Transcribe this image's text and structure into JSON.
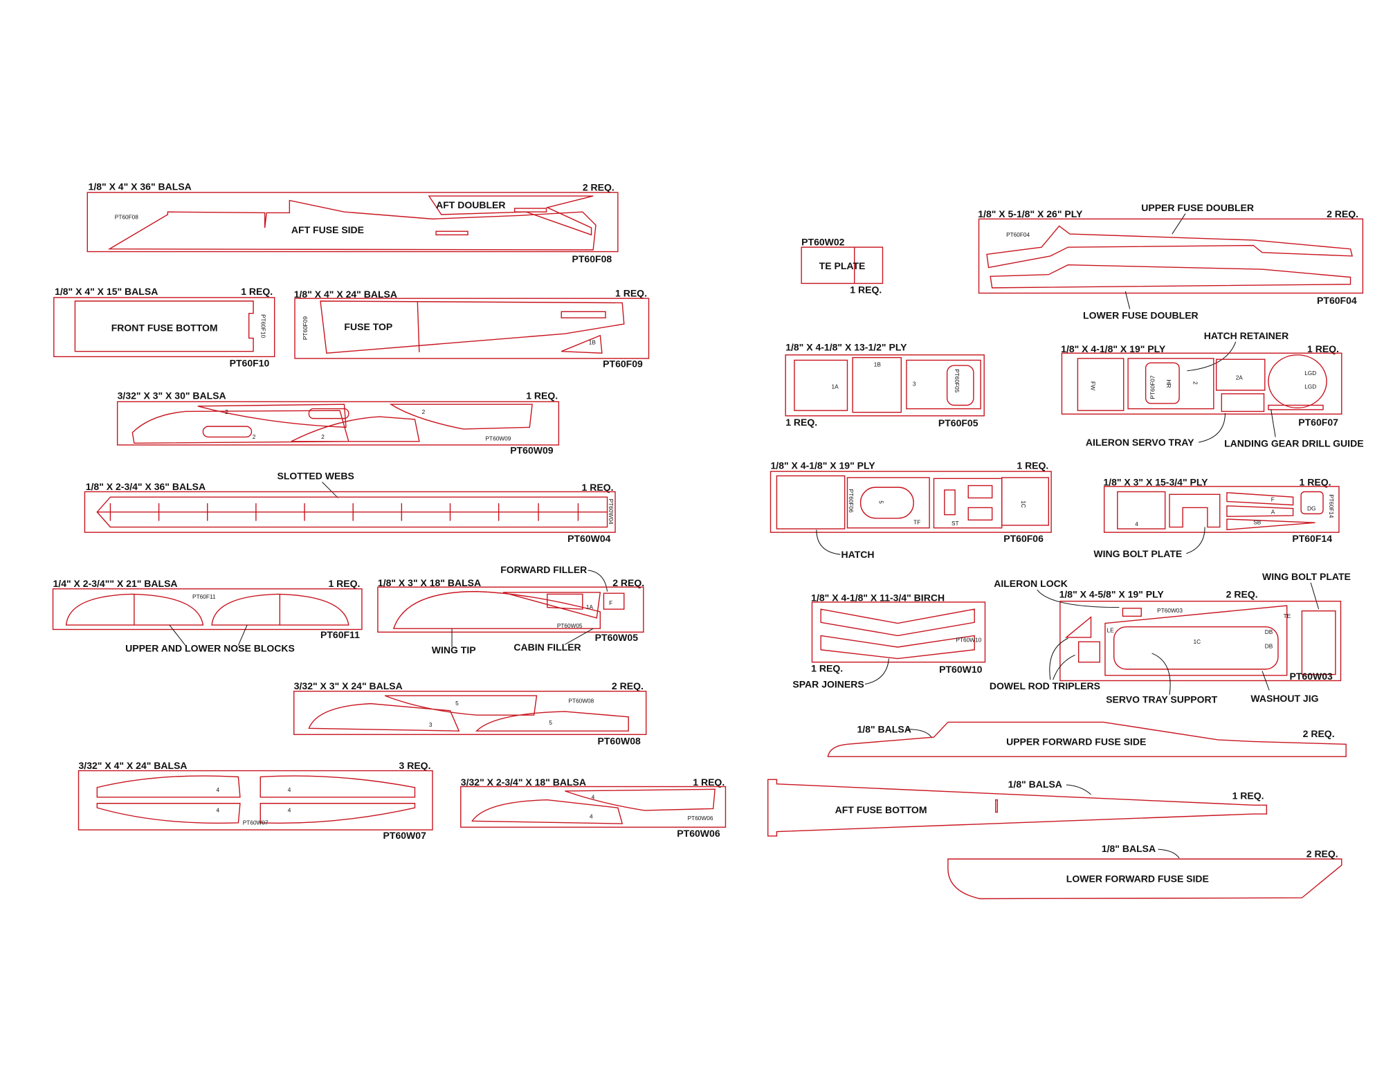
{
  "accent_color": "#c8141e",
  "p1": {
    "stock": "1/8\" X 4\" X 36\" BALSA",
    "req": "2 REQ.",
    "code": "PT60F08",
    "small_code": "PT60F08",
    "labels": [
      "AFT DOUBLER",
      "AFT FUSE SIDE"
    ]
  },
  "p2": {
    "stock": "1/8\" X 4\" X 15\" BALSA",
    "req": "1 REQ.",
    "code": "PT60F10",
    "small_code": "PT60F10",
    "labels": [
      "FRONT FUSE BOTTOM"
    ]
  },
  "p3": {
    "stock": "1/8\" X 4\" X 24\" BALSA",
    "req": "1 REQ.",
    "code": "PT60F09",
    "small_code": "PT60F09",
    "labels": [
      "FUSE TOP",
      "1B"
    ]
  },
  "p4": {
    "stock": "3/32\" X 3\" X 30\" BALSA",
    "req": "1 REQ.",
    "code": "PT60W09",
    "small_code": "PT60W09",
    "labels": [
      "2",
      "2",
      "2",
      "2"
    ]
  },
  "p5": {
    "stock": "1/8\" X 2-3/4\" X 36\" BALSA",
    "req": "1 REQ.",
    "code": "PT60W04",
    "small_code": "PT60W04",
    "labels": [
      "SLOTTED WEBS"
    ]
  },
  "p6": {
    "stock": "1/4\" X 2-3/4\"\" X 21\" BALSA",
    "req": "1 REQ.",
    "code": "PT60F11",
    "small_code": "PT60F11",
    "labels": [
      "UPPER AND LOWER NOSE BLOCKS"
    ]
  },
  "p7": {
    "stock": "1/8\" X 3\" X 18\" BALSA",
    "req": "2 REQ.",
    "code": "PT60W05",
    "small_code": "PT60W05",
    "labels": [
      "FORWARD FILLER",
      "WING TIP",
      "CABIN FILLER",
      "1A",
      "F"
    ]
  },
  "p8": {
    "stock": "3/32\" X 3\" X 24\" BALSA",
    "req": "2 REQ.",
    "code": "PT60W08",
    "small_code": "PT60W08",
    "labels": [
      "5",
      "3",
      "5"
    ]
  },
  "p9": {
    "stock": "3/32\" X 4\" X 24\" BALSA",
    "req": "3 REQ.",
    "code": "PT60W07",
    "small_code": "PT60W07",
    "labels": [
      "4",
      "4",
      "4",
      "4"
    ]
  },
  "p10": {
    "stock": "3/32\" X 2-3/4\" X 18\" BALSA",
    "req": "1 REQ.",
    "code": "PT60W06",
    "small_code": "PT60W06",
    "labels": [
      "4",
      "4"
    ]
  },
  "p11": {
    "code": "PT60W02",
    "req": "1 REQ.",
    "labels": [
      "TE PLATE"
    ]
  },
  "p12": {
    "stock": "1/8\" X 5-1/8\" X 26\"  PLY",
    "req": "2 REQ.",
    "code": "PT60F04",
    "small_code": "PT60F04",
    "labels": [
      "UPPER FUSE DOUBLER",
      "LOWER FUSE DOUBLER"
    ]
  },
  "p13": {
    "stock": "1/8\" X 4-1/8\" X 13-1/2\" PLY",
    "req": "1 REQ.",
    "code": "PT60F05",
    "small_code": "PT60F05",
    "labels": [
      "1A",
      "1B",
      "3"
    ]
  },
  "p14": {
    "stock": "1/8\" X 4-1/8\" X 19\" PLY",
    "req": "1 REQ.",
    "code": "PT60F07",
    "small_code": "PT60F07",
    "labels": [
      "HATCH RETAINER",
      "AILERON SERVO TRAY",
      "LANDING GEAR DRILL GUIDE",
      "FW",
      "HR",
      "2",
      "2A",
      "LGD",
      "LGD"
    ]
  },
  "p15": {
    "stock": "1/8\" X 4-1/8\" X 19\" PLY",
    "req": "1 REQ.",
    "code": "PT60F06",
    "small_code": "PT60F06",
    "labels": [
      "HATCH",
      "5",
      "TF",
      "ST",
      "1C"
    ]
  },
  "p16": {
    "stock": "1/8\" X 3\" X 15-3/4\" PLY",
    "req": "1 REQ.",
    "code": "PT60F14",
    "small_code": "PT60F14",
    "labels": [
      "WING BOLT PLATE",
      "4",
      "F",
      "A",
      "SB",
      "DG"
    ]
  },
  "p17": {
    "stock": "1/8\" X 4-5/8\" X 19\" PLY",
    "req": "2 REQ.",
    "code": "PT60W03",
    "small_code": "PT60W03",
    "labels": [
      "AILERON LOCK",
      "WING BOLT PLATE",
      "DOWEL ROD TRIPLERS",
      "SERVO TRAY SUPPORT",
      "WASHOUT JIG",
      "LE",
      "TE",
      "1C",
      "DB",
      "DB"
    ]
  },
  "p18": {
    "stock": "1/8\" X 4-1/8\" X 11-3/4\" BIRCH",
    "req": "1 REQ.",
    "code": "PT60W10",
    "small_code": "PT60W10",
    "labels": [
      "SPAR JOINERS"
    ]
  },
  "p19": {
    "stock": "1/8\" BALSA",
    "req": "2 REQ.",
    "labels": [
      "UPPER FORWARD FUSE SIDE"
    ]
  },
  "p20": {
    "stock": "1/8\" BALSA",
    "req": "1 REQ.",
    "labels": [
      "AFT FUSE BOTTOM"
    ]
  },
  "p21": {
    "stock": "1/8\" BALSA",
    "req": "2 REQ.",
    "labels": [
      "LOWER FORWARD FUSE SIDE"
    ]
  }
}
